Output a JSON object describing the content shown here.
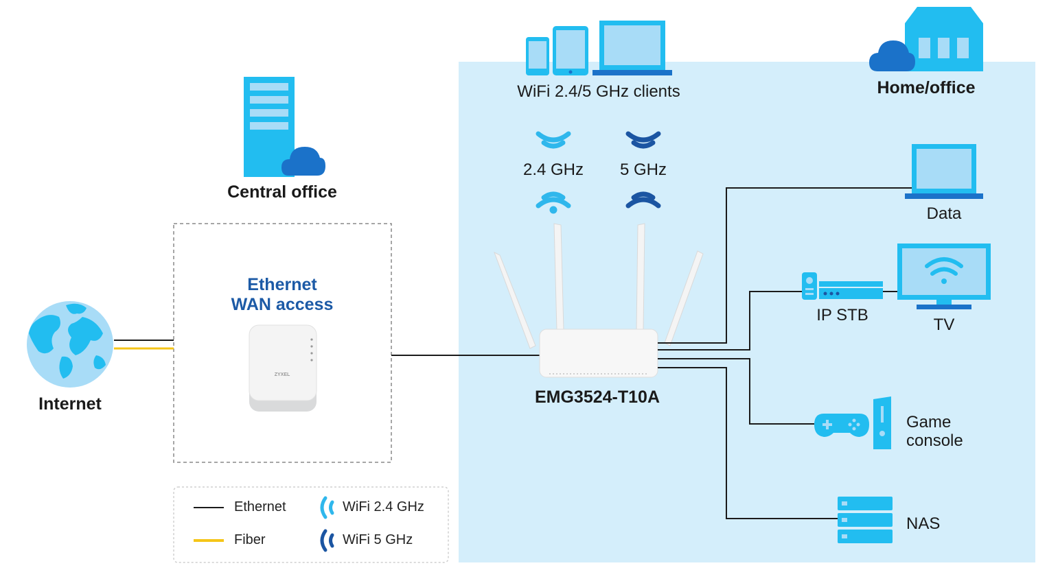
{
  "colors": {
    "home_bg": "#d4eefb",
    "device_blue": "#22bdf0",
    "device_light": "#a8dcf7",
    "wifi24": "#2fb7ec",
    "wifi5": "#1b55a2",
    "dark_blue_text": "#1c5aa6",
    "fiber": "#f5c518",
    "ethernet": "#1a1a1a"
  },
  "labels": {
    "internet": "Internet",
    "central_office": "Central office",
    "wan_line1": "Ethernet",
    "wan_line2": "WAN access",
    "wan_device_brand": "ZYXEL",
    "router_model": "EMG3524-T10A",
    "wifi_clients": "WiFi 2.4/5 GHz clients",
    "home_office": "Home/office",
    "band_24": "2.4 GHz",
    "band_5": "5 GHz",
    "data": "Data",
    "ip_stb": "IP STB",
    "tv": "TV",
    "game_line1": "Game",
    "game_line2": "console",
    "nas": "NAS"
  },
  "legend": {
    "ethernet": "Ethernet",
    "fiber": "Fiber",
    "wifi24": "WiFi 2.4 GHz",
    "wifi5": "WiFi 5 GHz"
  },
  "icons": [
    "globe-icon",
    "server-icon",
    "cloud-icon",
    "phone-icon",
    "tablet-icon",
    "laptop-icon",
    "house-icon",
    "wifi-icon",
    "router-icon",
    "ont-icon",
    "remote-icon",
    "set-top-box-icon",
    "tv-icon",
    "gamepad-icon",
    "console-icon",
    "nas-icon"
  ]
}
